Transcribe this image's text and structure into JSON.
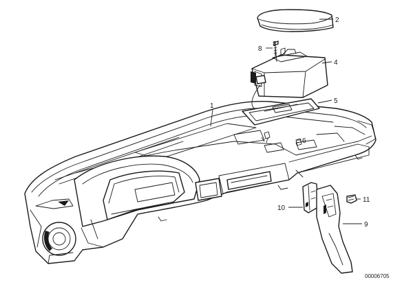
{
  "callouts": {
    "c1": "1",
    "c2": "2",
    "c3": "3",
    "c4": "4",
    "c5": "5",
    "c6": "6",
    "c7": "7",
    "c8": "8",
    "c9": "9",
    "c10": "10",
    "c11": "11"
  },
  "reference_number": "00006705"
}
